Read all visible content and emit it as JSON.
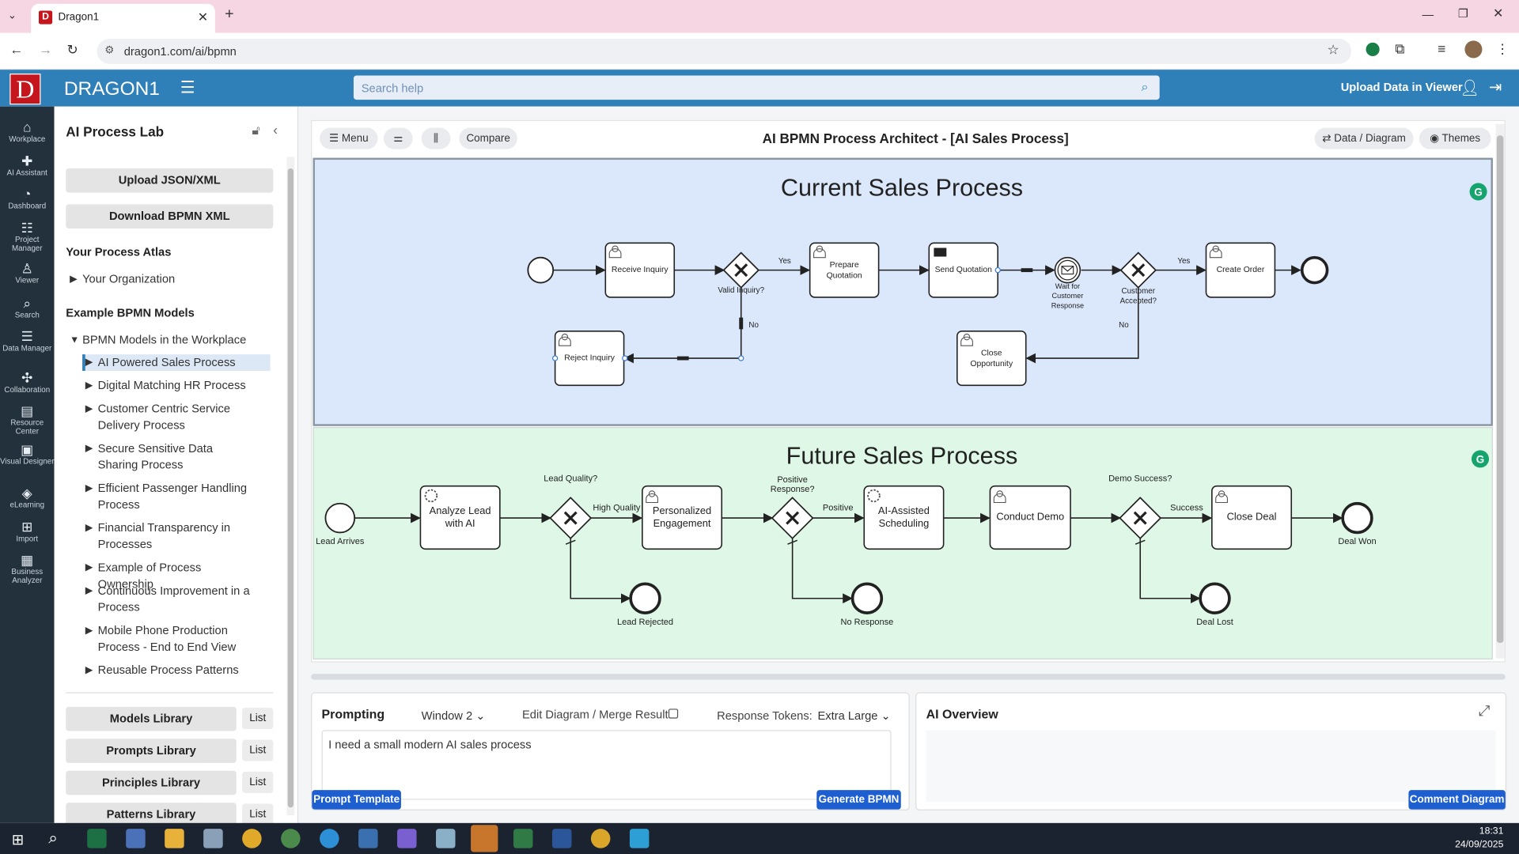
{
  "browser": {
    "tab_title": "Dragon1",
    "url": "dragon1.com/ai/bpmn"
  },
  "app": {
    "brand": "DRAGON1",
    "logo_letter": "D",
    "search_placeholder": "Search help",
    "upload_btn": "Upload Data in Viewer"
  },
  "leftnav": [
    "Workplace",
    "AI Assistant",
    "Dashboard",
    "Project Manager",
    "Viewer",
    "Search",
    "Data Manager",
    "Collaboration",
    "Resource Center",
    "Visual Designer",
    "eLearning",
    "Import",
    "Business Analyzer"
  ],
  "sidepanel": {
    "title": "AI Process Lab",
    "upload_json": "Upload JSON/XML",
    "download_bpmn": "Download BPMN XML",
    "atlas_heading": "Your Process Atlas",
    "atlas_item": "Your Organization",
    "examples_heading": "Example BPMN Models",
    "workplace_group": "BPMN Models in the Workplace",
    "models": [
      "AI Powered Sales Process",
      "Digital Matching HR Process",
      "Customer Centric Service Delivery Process",
      "Secure Sensitive Data Sharing Process",
      "Efficient Passenger Handling Process",
      "Financial Transparency in Processes",
      "Example of Process Ownership",
      "Continuous Improvement in a Process",
      "Mobile Phone Production Process - End to End View",
      "Reusable Process Patterns"
    ],
    "libraries": [
      "Models Library",
      "Prompts Library",
      "Principles Library",
      "Patterns Library"
    ],
    "list_label": "List"
  },
  "toolbar": {
    "menu": "Menu",
    "compare": "Compare",
    "title": "AI BPMN Process Architect - [AI Sales Process]",
    "data_diagram": "Data / Diagram",
    "themes": "Themes"
  },
  "current": {
    "title": "Current Sales Process",
    "tasks": {
      "receive": "Receive Inquiry",
      "prepare_1": "Prepare",
      "prepare_2": "Quotation",
      "send": "Send Quotation",
      "create": "Create Order",
      "reject": "Reject Inquiry",
      "close_1": "Close",
      "close_2": "Opportunity"
    },
    "labels": {
      "valid": "Valid Inquiry?",
      "yes1": "Yes",
      "no1": "No",
      "wait_1": "Wait for",
      "wait_2": "Customer",
      "wait_3": "Response",
      "accepted_1": "Customer",
      "accepted_2": "Accepted?",
      "yes2": "Yes",
      "no2": "No"
    }
  },
  "future": {
    "title": "Future Sales Process",
    "tasks": {
      "analyze_1": "Analyze Lead",
      "analyze_2": "with AI",
      "personal_1": "Personalized",
      "personal_2": "Engagement",
      "sched_1": "AI-Assisted",
      "sched_2": "Scheduling",
      "demo": "Conduct Demo",
      "close": "Close Deal"
    },
    "labels": {
      "lead_arrives": "Lead Arrives",
      "lead_quality": "Lead Quality?",
      "high_quality": "High Quality",
      "positive_1": "Positive",
      "positive_2": "Response?",
      "positive": "Positive",
      "demo_success": "Demo Success?",
      "success": "Success",
      "deal_won": "Deal Won",
      "lead_rejected": "Lead Rejected",
      "no_response": "No Response",
      "deal_lost": "Deal Lost"
    }
  },
  "prompting": {
    "title": "Prompting",
    "window": "Window 2",
    "edit_merge": "Edit Diagram / Merge Result:",
    "tokens_label": "Response Tokens:",
    "tokens_value": "Extra Large",
    "prompt_text": "I need a small modern AI sales process",
    "prompt_template": "Prompt Template",
    "generate": "Generate BPMN"
  },
  "overview": {
    "title": "AI Overview",
    "comment": "Comment Diagram"
  },
  "taskbar": {
    "time": "18:31",
    "date": "24/09/2025"
  },
  "colors": {
    "header": "#2f7fb8",
    "nav": "#23313d",
    "current_bg": "#dbe8fb",
    "future_bg": "#dff7e6",
    "button_blue": "#1d5fd0"
  }
}
